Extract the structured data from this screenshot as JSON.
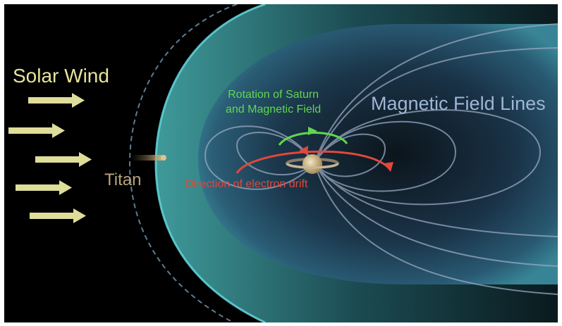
{
  "labels": {
    "solar_wind": "Solar Wind",
    "titan": "Titan",
    "magnetic_field_lines": "Magnetic Field Lines",
    "rotation_line1": "Rotation of Saturn",
    "rotation_line2": "and Magnetic Field",
    "electron_drift": "Direction of electron drift"
  },
  "colors": {
    "background": "#000000",
    "solar_wind": "#e6e49a",
    "titan": "#b8a37c",
    "field_lines_text": "#9eb6d6",
    "rotation": "#5fd84e",
    "electron_drift": "#e0483c",
    "magnetopause": "#5fd0d6"
  },
  "icons": {
    "solar_wind_arrows": "arrow-right-icon",
    "saturn": "saturn-planet-icon",
    "titan": "titan-moon-icon"
  },
  "solar_wind_arrow_count": 5
}
